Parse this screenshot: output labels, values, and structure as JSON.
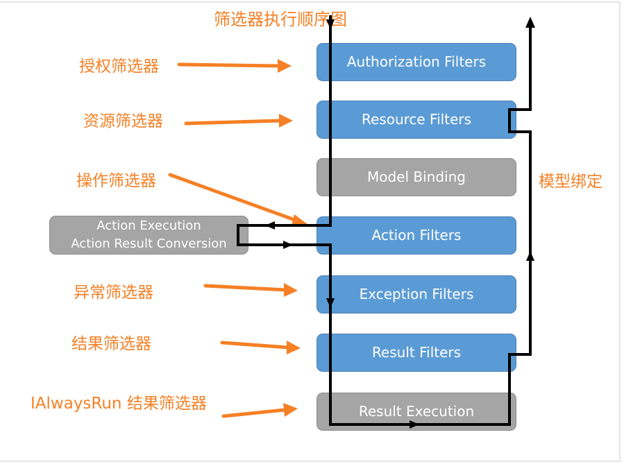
{
  "title": "筛选器执行顺序图",
  "stages": [
    {
      "id": "authorization",
      "label": "Authorization Filters",
      "kind": "filter"
    },
    {
      "id": "resource",
      "label": "Resource Filters",
      "kind": "filter"
    },
    {
      "id": "model-binding",
      "label": "Model Binding",
      "kind": "step"
    },
    {
      "id": "action",
      "label": "Action Filters",
      "kind": "filter"
    },
    {
      "id": "exception",
      "label": "Exception Filters",
      "kind": "filter"
    },
    {
      "id": "result",
      "label": "Result Filters",
      "kind": "filter"
    },
    {
      "id": "result-execution",
      "label": "Result Execution",
      "kind": "step"
    }
  ],
  "side_box": {
    "line1": "Action Execution",
    "line2": "Action Result Conversion"
  },
  "annotations": [
    {
      "text": "授权筛选器",
      "target": "authorization"
    },
    {
      "text": "资源筛选器",
      "target": "resource"
    },
    {
      "text": "操作筛选器",
      "target": "action"
    },
    {
      "text": "异常筛选器",
      "target": "exception"
    },
    {
      "text": "结果筛选器",
      "target": "result"
    },
    {
      "text": "IAlwaysRun 结果筛选器",
      "target": "result-execution"
    }
  ],
  "right_label": "模型绑定",
  "colors": {
    "filter": "#5b9bd5",
    "step": "#a5a5a5",
    "annotation": "#f58025",
    "flow": "#000000"
  }
}
